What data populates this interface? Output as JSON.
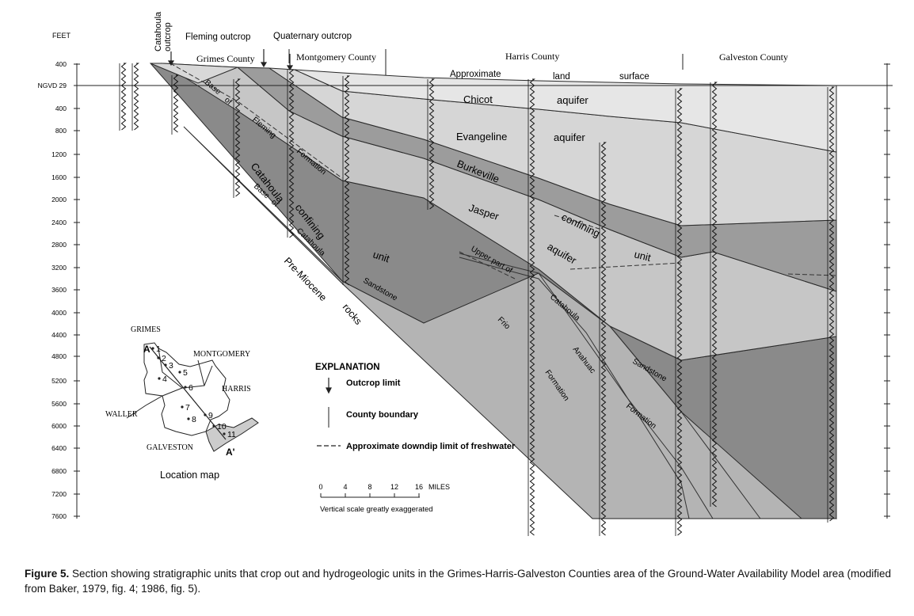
{
  "depth_axis": {
    "unit": "FEET",
    "datum": "NGVD 29",
    "ticks": [
      "400",
      "NGVD 29",
      "400",
      "800",
      "1200",
      "1600",
      "2000",
      "2400",
      "2800",
      "3200",
      "3600",
      "4000",
      "4400",
      "4800",
      "5200",
      "5600",
      "6000",
      "6400",
      "6800",
      "7200",
      "7600"
    ]
  },
  "outcrop_labels": {
    "catahoula_line1": "Catahoula",
    "catahoula_line2": "outcrop",
    "fleming": "Fleming outcrop",
    "quaternary": "Quaternary outcrop"
  },
  "counties": {
    "grimes": "Grimes County",
    "montgomery": "Montgomery County",
    "harris": "Harris County",
    "galveston": "Galveston County"
  },
  "land_surface": {
    "word1": "Approximate",
    "word2": "land",
    "word3": "surface"
  },
  "units": {
    "chicot_1": "Chicot",
    "chicot_2": "aquifer",
    "evangeline_1": "Evangeline",
    "evangeline_2": "aquifer",
    "burkeville_1": "Burkeville",
    "burkeville_2": "confining",
    "burkeville_3": "unit",
    "jasper_1": "Jasper",
    "jasper_2": "aquifer",
    "catahoula_cu_1": "Catahoula",
    "catahoula_cu_2": "confining",
    "catahoula_cu_3": "unit",
    "base_fleming_1": "Base",
    "base_fleming_2": "of",
    "base_fleming_3": "Fleming",
    "base_fleming_4": "Formation",
    "base_catahoula_1": "Base",
    "base_catahoula_2": "of",
    "base_catahoula_3": "Catahoula",
    "base_catahoula_4": "Sandstone",
    "pre_miocene_1": "Pre-Miocene",
    "pre_miocene_2": "rocks",
    "upper_part": "Upper part of",
    "frio": "Frio",
    "catahoula_ss_1": "Catahoula",
    "catahoula_ss_2": "Sandstone",
    "anahuac_1": "Anahuac",
    "anahuac_2": "Formation",
    "frio_formation": "Formation"
  },
  "map": {
    "title": "Location map",
    "counties": [
      "GRIMES",
      "MONTGOMERY",
      "HARRIS",
      "WALLER",
      "GALVESTON"
    ],
    "start": "A",
    "end": "A'",
    "wells": [
      "1",
      "2",
      "3",
      "4",
      "5",
      "6",
      "7",
      "8",
      "9",
      "10",
      "11"
    ]
  },
  "explanation": {
    "title": "EXPLANATION",
    "outcrop_limit": "Outcrop limit",
    "county_boundary": "County boundary",
    "freshwater_limit": "Approximate downdip limit of freshwater"
  },
  "scale": {
    "ticks": [
      "0",
      "4",
      "8",
      "12",
      "16"
    ],
    "unit": "MILES",
    "note": "Vertical scale greatly exaggerated"
  },
  "caption": {
    "label": "Figure 5.",
    "text": "Section showing stratigraphic units that crop out and hydrogeologic units in the Grimes-Harris-Galveston Counties area of the Ground-Water Availability Model area (modified from Baker, 1979, fig. 4; 1986, fig. 5)."
  },
  "colors": {
    "chicot": "#e6e6e6",
    "evangeline": "#d6d6d6",
    "burkeville": "#9c9c9c",
    "jasper": "#c6c6c6",
    "catahoula": "#8a8a8a",
    "pre_miocene": "#b4b4b4",
    "outline": "#2a2a2a"
  }
}
